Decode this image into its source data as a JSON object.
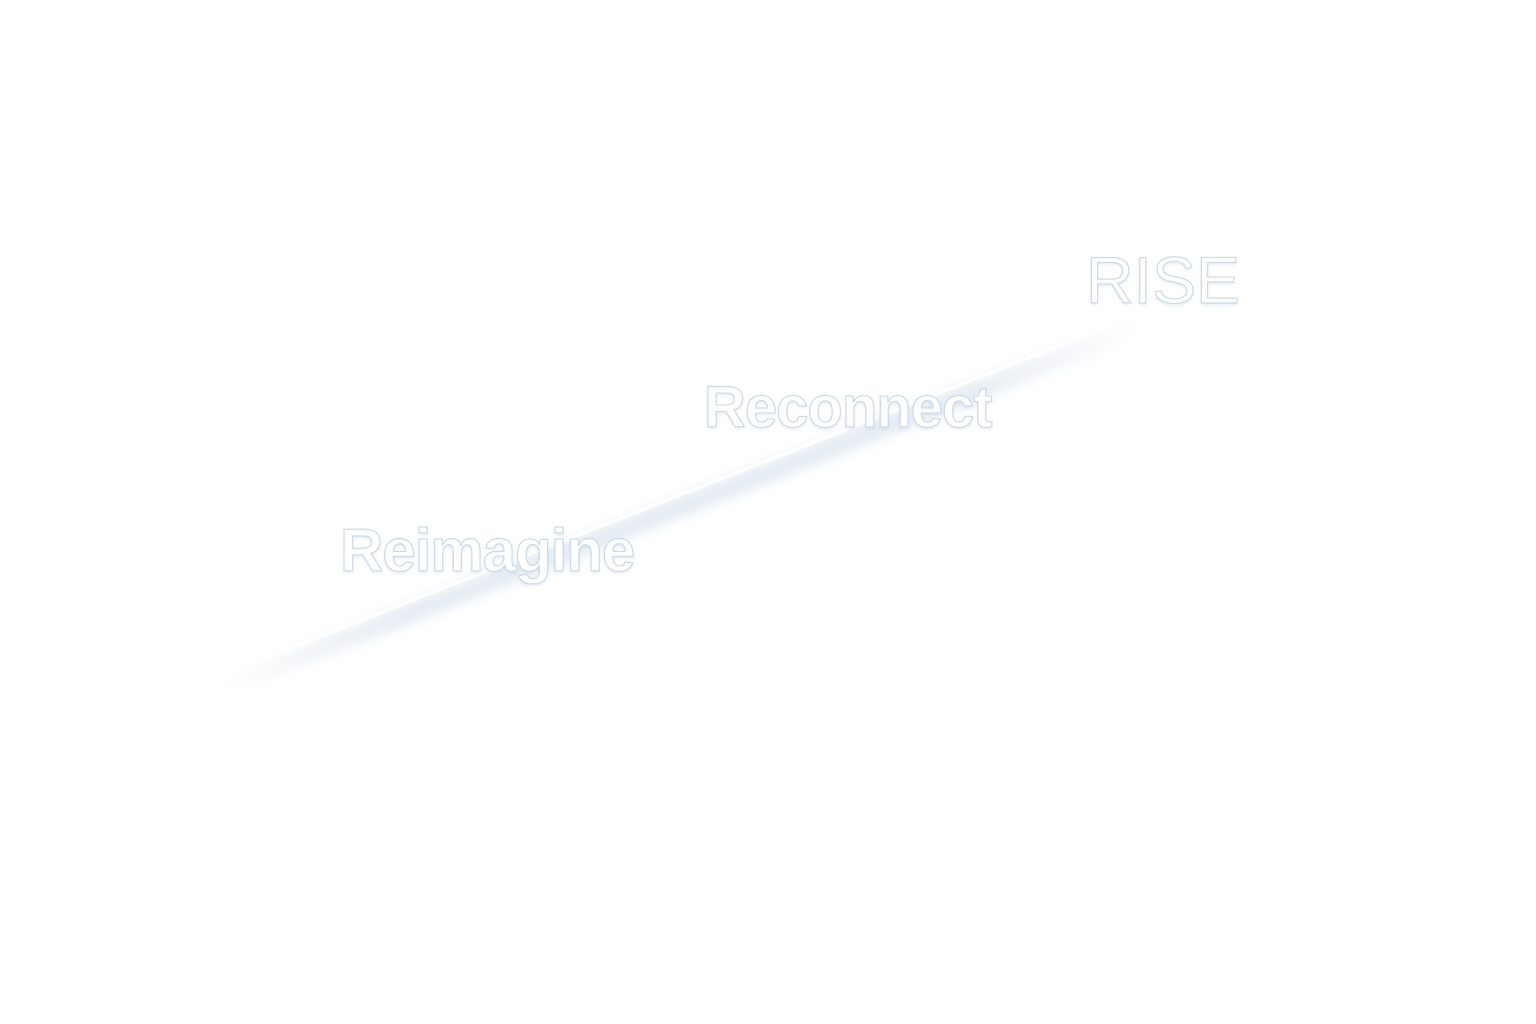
{
  "words": [
    "Reimagine",
    "Reconnect",
    "RISE"
  ],
  "colors": {
    "background": "#ffffff",
    "outline": "#c9dbec",
    "shadow": "#b8c8d8"
  }
}
